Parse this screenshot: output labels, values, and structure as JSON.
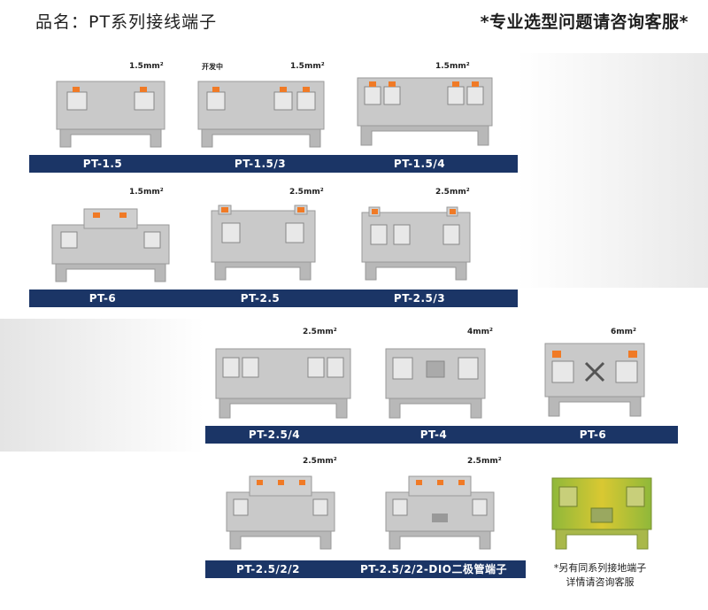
{
  "header": {
    "title": "品名：PT系列接线端子",
    "consult": "*专业选型问题请咨询客服*"
  },
  "products": [
    {
      "model": "PT-1.5",
      "spec": "1.5mm²"
    },
    {
      "model": "PT-1.5/3",
      "spec": "1.5mm²",
      "tag": "开发中"
    },
    {
      "model": "PT-1.5/4",
      "spec": "1.5mm²"
    },
    {
      "model": "PT-6",
      "spec": "1.5mm²"
    },
    {
      "model": "PT-2.5",
      "spec": "2.5mm²"
    },
    {
      "model": "PT-2.5/3",
      "spec": "2.5mm²"
    },
    {
      "model": "PT-2.5/4",
      "spec": "2.5mm²"
    },
    {
      "model": "PT-4",
      "spec": "4mm²"
    },
    {
      "model": "PT-6",
      "spec": "6mm²"
    },
    {
      "model": "PT-2.5/2/2",
      "spec": "2.5mm²"
    },
    {
      "model": "PT-2.5/2/2-DIO二极管端子",
      "spec": "2.5mm²"
    },
    {
      "model": "",
      "spec": ""
    }
  ],
  "footer_note": {
    "line1": "*另有同系列接地端子",
    "line2": "详情请咨询客服"
  },
  "colors": {
    "label_bar": "#1b3566",
    "terminal_body": "#c9c9c9",
    "release_button": "#f07a26",
    "ground_green": "#8fb83a",
    "ground_yellow": "#d9c832"
  }
}
